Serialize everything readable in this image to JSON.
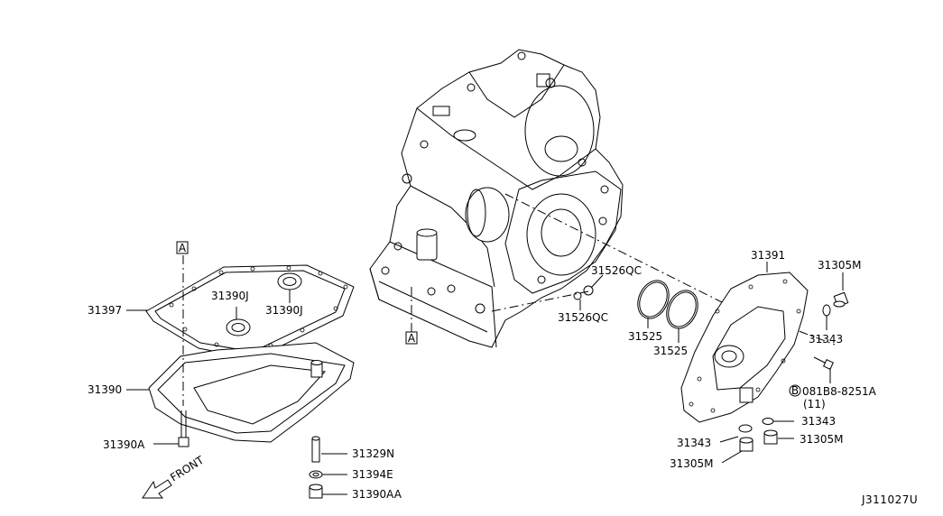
{
  "diagram_id": "J311027U",
  "ref_marker": "A",
  "front_label": "FRONT",
  "labels": {
    "p31397": "31397",
    "p31390J_a": "31390J",
    "p31390J_b": "31390J",
    "p31390": "31390",
    "p31390A": "31390A",
    "p31329N": "31329N",
    "p31394E": "31394E",
    "p31390AA": "31390AA",
    "p31526QC_a": "31526QC",
    "p31526QC_b": "31526QC",
    "p31525_a": "31525",
    "p31525_b": "31525",
    "p31391": "31391",
    "p31305M_a": "31305M",
    "p31343_a": "31343",
    "bolt_code": "081B8-8251A",
    "bolt_qty": "(11)",
    "bolt_marker": "B",
    "p31343_b": "31343",
    "p31343_c": "31343",
    "p31305M_b": "31305M",
    "p31305M_c": "31305M"
  },
  "colors": {
    "line": "#000000",
    "background": "#ffffff"
  }
}
